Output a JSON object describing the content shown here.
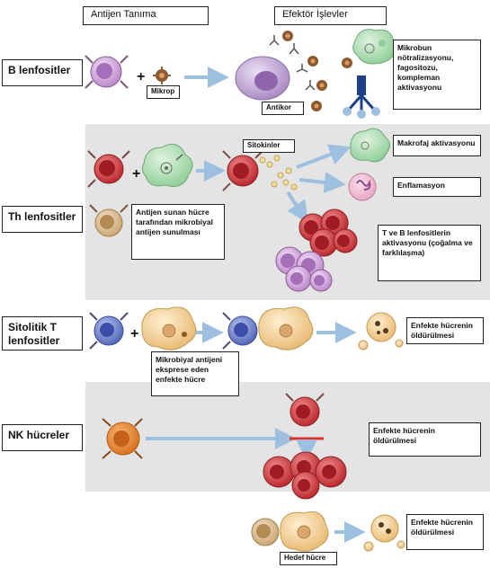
{
  "header": {
    "antigen": "Antijen Tanıma",
    "effector": "Efektör İşlevler"
  },
  "rows": {
    "b": {
      "label": "B lenfositler",
      "microbe": "Mikrop",
      "antibody": "Antikor",
      "effect": "Mikrobun nötralizasyonu, fagositozu, kompleman aktivasyonu"
    },
    "th": {
      "label": "Th lenfositler",
      "cytokines": "Sitokinler",
      "apc": "Antijen sunan hücre tarafından mikrobiyal antijen sunulması",
      "macrophage": "Makrofaj aktivasyonu",
      "inflammation": "Enflamasyon",
      "tb": "T ve B lenfositlerin aktivasyonu (çoğalma ve farklılaşma)"
    },
    "ctl": {
      "label": "Sitolitik T lenfositler",
      "infected": "Mikrobiyal antijeni eksprese eden enfekte hücre",
      "kill": "Enfekte hücrenin öldürülmesi"
    },
    "nk": {
      "label": "NK hücreler",
      "kill": "Enfekte hücrenin öldürülmesi",
      "target": "Hedef hücre",
      "kill2": "Enfekte hücrenin öldürülmesi"
    }
  },
  "colors": {
    "panel": "#e4e4e4",
    "arrow": "#9dbfe0",
    "b_cell": "#c98fd6",
    "th_cell": "#d0363a",
    "apc": "#a8dcae",
    "ctl": "#5a6fc4",
    "infected": "#f0ca8c",
    "nk": "#e2842e",
    "microbe": "#8c5a2e",
    "antibody": "#1e3f8a",
    "inhibit": "#e03030"
  }
}
